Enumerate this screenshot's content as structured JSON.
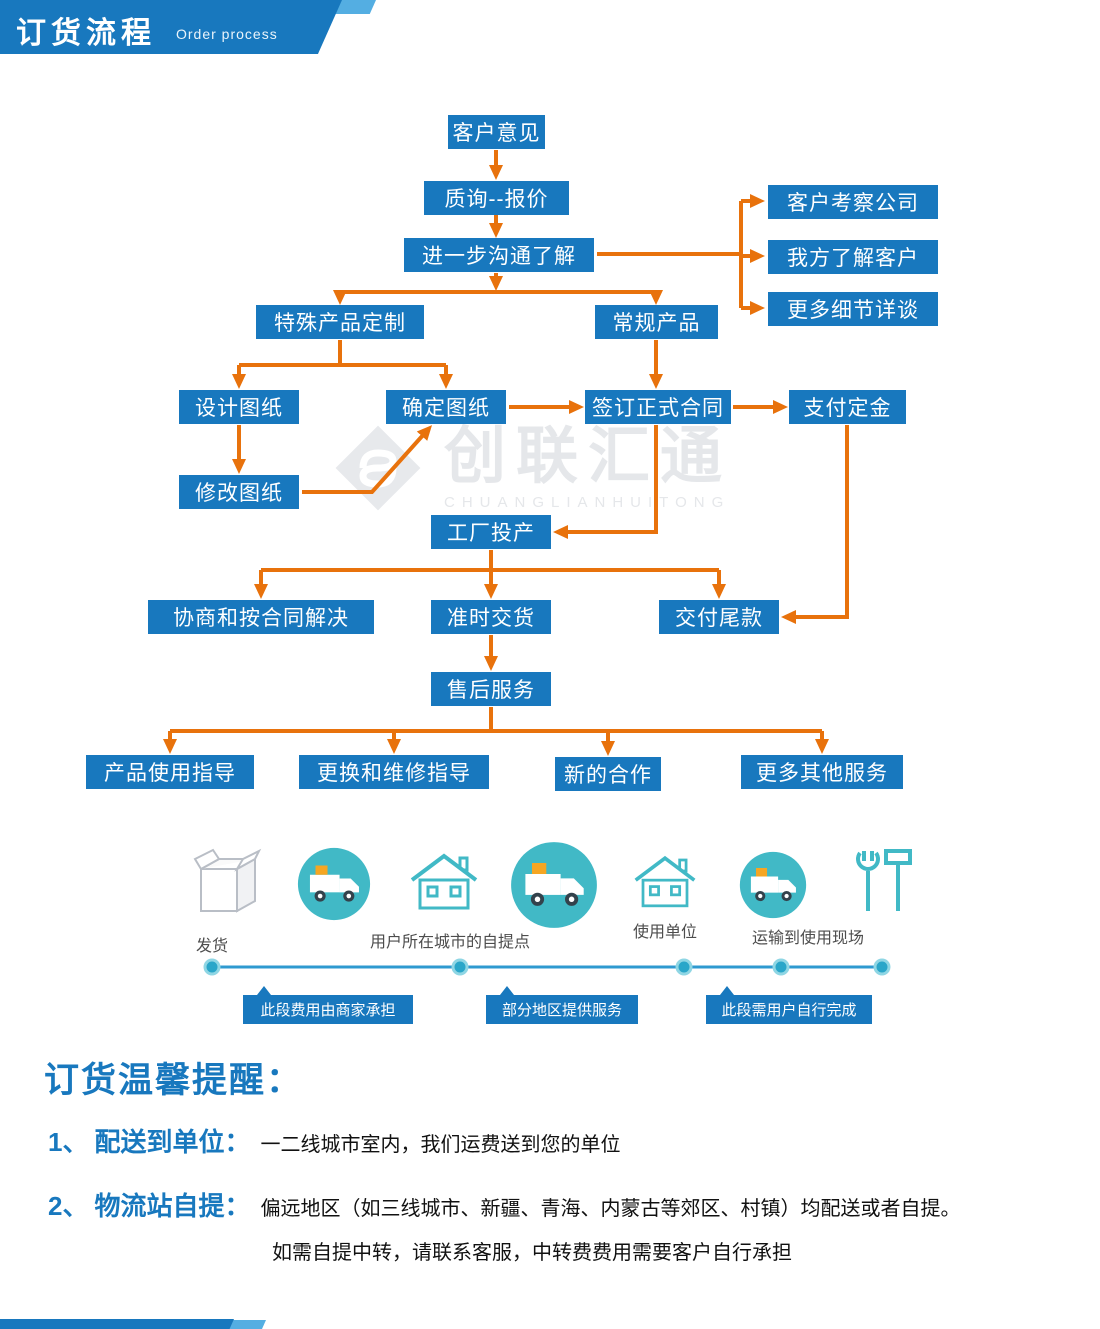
{
  "header": {
    "title": "订货流程",
    "subtitle": "Order process"
  },
  "watermark": {
    "text": "创联汇通",
    "subtext": "CHUANGLIANHUITONG"
  },
  "flow": {
    "nodes": [
      {
        "label": "客户意见"
      },
      {
        "label": "质询--报价"
      },
      {
        "label": "进一步沟通了解"
      },
      {
        "label": "客户考察公司"
      },
      {
        "label": "我方了解客户"
      },
      {
        "label": "更多细节详谈"
      },
      {
        "label": "特殊产品定制"
      },
      {
        "label": "常规产品"
      },
      {
        "label": "设计图纸"
      },
      {
        "label": "确定图纸"
      },
      {
        "label": "签订正式合同"
      },
      {
        "label": "支付定金"
      },
      {
        "label": "修改图纸"
      },
      {
        "label": "工厂投产"
      },
      {
        "label": "协商和按合同解决"
      },
      {
        "label": "准时交货"
      },
      {
        "label": "交付尾款"
      },
      {
        "label": "售后服务"
      },
      {
        "label": "产品使用指导"
      },
      {
        "label": "更换和维修指导"
      },
      {
        "label": "新的合作"
      },
      {
        "label": "更多其他服务"
      }
    ]
  },
  "logistics": {
    "steps": [
      {
        "label": "发货"
      },
      {
        "label": "用户所在城市的自提点"
      },
      {
        "label": "使用单位"
      },
      {
        "label": "运输到使用现场"
      }
    ],
    "tags": [
      {
        "label": "此段费用由商家承担"
      },
      {
        "label": "部分地区提供服务"
      },
      {
        "label": "此段需用户自行完成"
      }
    ]
  },
  "notice": {
    "title": "订货温馨提醒：",
    "items": [
      {
        "num": "1、",
        "term": "配送到单位：",
        "desc": "一二线城市室内，我们运费送到您的单位"
      },
      {
        "num": "2、",
        "term": "物流站自提：",
        "desc": "偏远地区（如三线城市、新疆、青海、内蒙古等郊区、村镇）均配送或者自提。",
        "desc2": "如需自提中转，请联系客服，中转费费用需要客户自行承担"
      }
    ]
  },
  "colors": {
    "node_blue": "#1878be",
    "arrow_orange": "#e8720c",
    "icon_teal": "#41b9c6",
    "watermark_gray": "#e5e7ea"
  }
}
